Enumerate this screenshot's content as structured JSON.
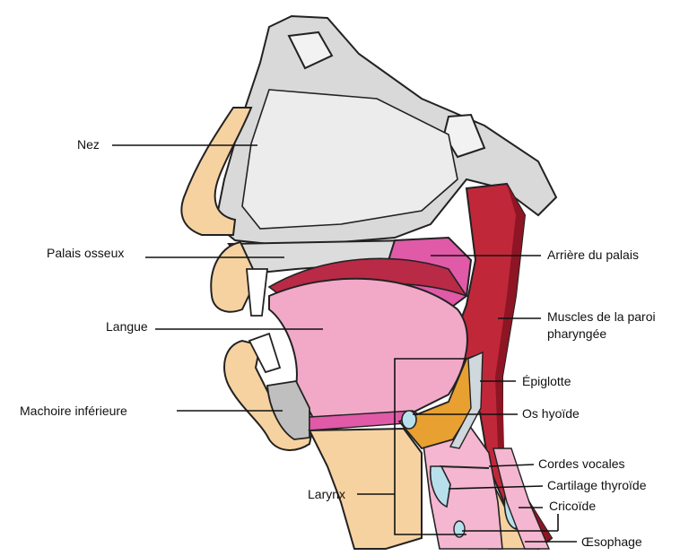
{
  "labels": {
    "nez": "Nez",
    "palais_osseux": "Palais osseux",
    "langue": "Langue",
    "machoire": "Machoire inférieure",
    "larynx": "Larynx",
    "arriere_palais": "Arrière du palais",
    "muscles_l1": "Muscles de la paroi",
    "muscles_l2": "pharyngée",
    "epiglotte": "Épiglotte",
    "os_hyoide": "Os hyoïde",
    "cordes_vocales": "Cordes vocales",
    "cartilage_thyroide": "Cartilage thyroïde",
    "cricoide": "Cricoïde",
    "oesophage": "Œsophage"
  },
  "colors": {
    "bone": "#f6d2a0",
    "bone_outline": "#222222",
    "cavity": "#dcdcdc",
    "tongue": "#f2a9c8",
    "soft_palate": "#e05aa8",
    "muscle": "#c0283a",
    "muscle_dark": "#8e1524",
    "epiglottis": "#e8a030",
    "cartilage": "#b7e0ec",
    "esophagus": "#f4b6d0"
  }
}
